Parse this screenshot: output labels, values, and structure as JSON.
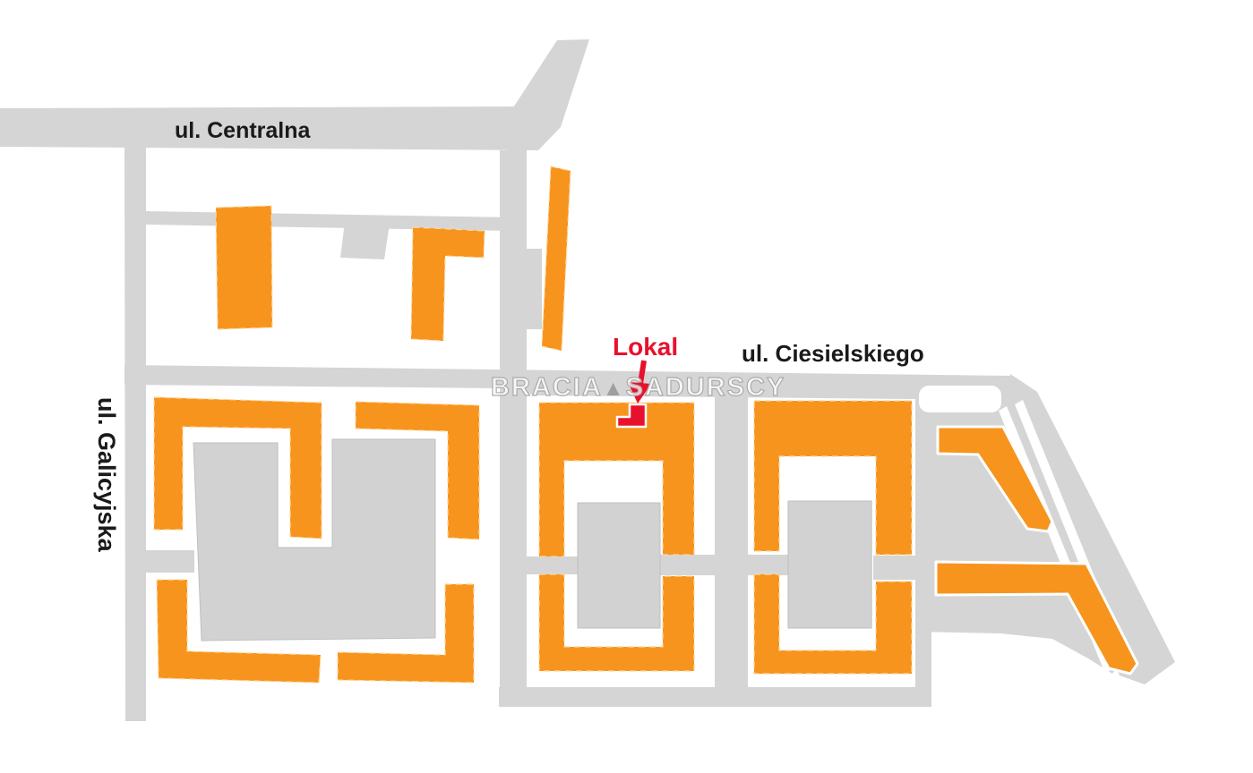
{
  "map": {
    "title": "osiedle location plan",
    "streets": {
      "centralna": "ul. Centralna",
      "galicyjska": "ul. Galicyjska",
      "ciesielskiego": "ul. Ciesielskiego"
    },
    "marker": {
      "label": "Lokal"
    },
    "watermark": {
      "left": "BRACIA",
      "mark": "▲",
      "right": "SADURSCY"
    },
    "colors": {
      "building_orange": "#f7941d",
      "road_gray": "#d5d5d5",
      "courtyard_gray": "#d2d2d2",
      "marker_red": "#e8112d",
      "street_label_black": "#1a1a1a",
      "background_white": "#ffffff",
      "watermark_text": "rgba(255,255,255,0.78)"
    }
  }
}
